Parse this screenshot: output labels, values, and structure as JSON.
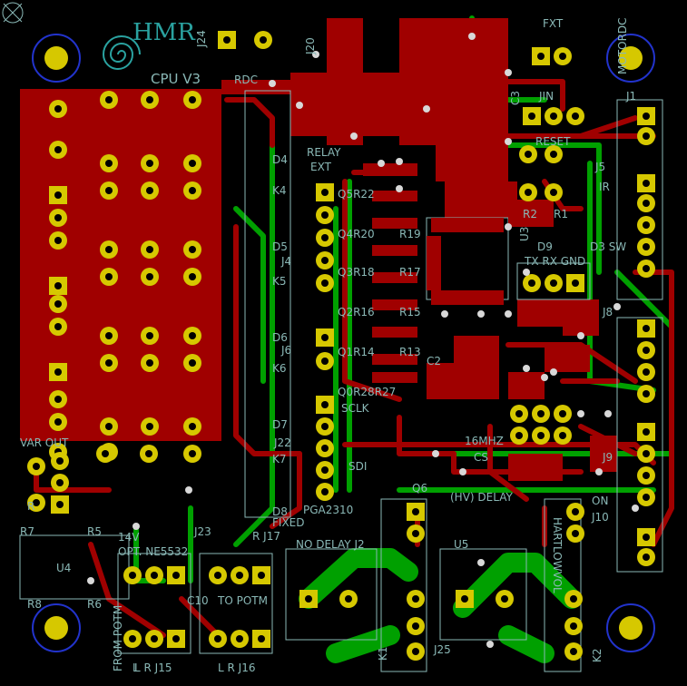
{
  "board": {
    "logo_text": "HMR",
    "subtitle": "CPU V3",
    "colors": {
      "background": "#000000",
      "copper_top": "#a00000",
      "copper_bottom": "#00a000",
      "pads": "#d6c800",
      "silkscreen": "#8ab8b6",
      "logo": "#2aa2a0"
    }
  },
  "labels": {
    "j24": "J24",
    "j20": "J20",
    "rdc": "RDC",
    "relay": "RELAY",
    "ext": "EXT",
    "fxt": "FXT",
    "motordc": "MOTORDC",
    "j1": "J1",
    "jin": "JIN",
    "reset": "RESET",
    "j5": "J5",
    "ir": "IR",
    "d9": "D9",
    "tx_rx_gnd": "TX RX GND",
    "d3sw": "D3 SW",
    "q5r22": "Q5R22",
    "q4r20": "Q4R20",
    "r19": "R19",
    "q3r18": "Q3R18",
    "r17": "R17",
    "q2r16": "Q2R16",
    "r15": "R15",
    "q1r14": "Q1R14",
    "r13": "R13",
    "q0r28r27": "Q0R28R27",
    "sclk": "SCLK",
    "d4": "D4",
    "k4": "K4",
    "d5": "D5",
    "j4": "J4",
    "k5": "K5",
    "d6": "D6",
    "j6": "J6",
    "k6": "K6",
    "d7": "D7",
    "j22": "J22",
    "k7": "K7",
    "d8": "D8",
    "fixed": "FIXED",
    "r_j17": "R J17",
    "pga2310": "PGA2310",
    "sdi": "SDI",
    "cs": "CS",
    "mhz": "16MHZ",
    "q6": "Q6",
    "hv_delay": "(HV) DELAY",
    "no_delay": "NO DELAY J2",
    "u5": "U5",
    "j25": "J25",
    "k1": "K1",
    "k2": "K2",
    "j10": "J10",
    "on": "ON",
    "volume": "HARTLOWVOL",
    "var_out": "VAR OUT",
    "r": "R",
    "r7": "R7",
    "r5": "R5",
    "r6": "R6",
    "r8": "R8",
    "u4": "U4",
    "v14": "14V",
    "opt_ne5532": "OPT. NE5532",
    "j23": "J23",
    "c10": "C10",
    "to_potm": "TO POTM",
    "from_potm": "FROM POTM",
    "j15": "L R J15",
    "j16": "L R J16",
    "j8": "J8",
    "j9": "J9",
    "c3": "C3",
    "u3": "U3",
    "r2": "R2",
    "r1": "R1",
    "c2": "C2",
    "l": "L"
  }
}
